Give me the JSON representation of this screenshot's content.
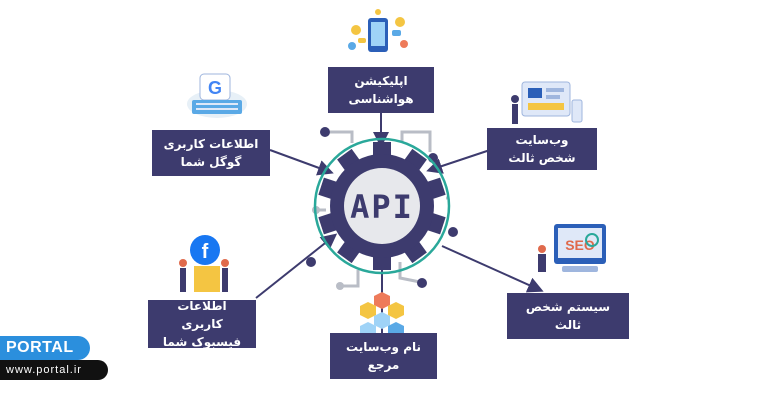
{
  "center": {
    "label": "API"
  },
  "nodes": {
    "app": "اپلیکیشن هواشناسی",
    "web3": "وب‌سایت شخص ثالث",
    "google": "اطلاعات کاربری\nگوگل شما",
    "sys3": "سیستم شخص ثالث",
    "fb": "اطلاعات کاربری\nفیسبوک شما",
    "ref": "نام وب‌سایت مرجع"
  },
  "brand": {
    "name": "PORTAL",
    "url": "www.portal.ir"
  },
  "colors": {
    "box": "#3d3b6e",
    "gear": "#3d3b6e",
    "ring": "#2aa89a",
    "arrow": "#3d3b6e",
    "circuit": "#b9bdc6",
    "brand_blue": "#2b8fdd"
  },
  "icons": {
    "app": "phone-weather-icon",
    "web3": "website-dashboard-icon",
    "google": "google-keyboard-icon",
    "sys3": "seo-system-icon",
    "fb": "facebook-people-icon",
    "ref": "hexagon-cluster-icon"
  }
}
